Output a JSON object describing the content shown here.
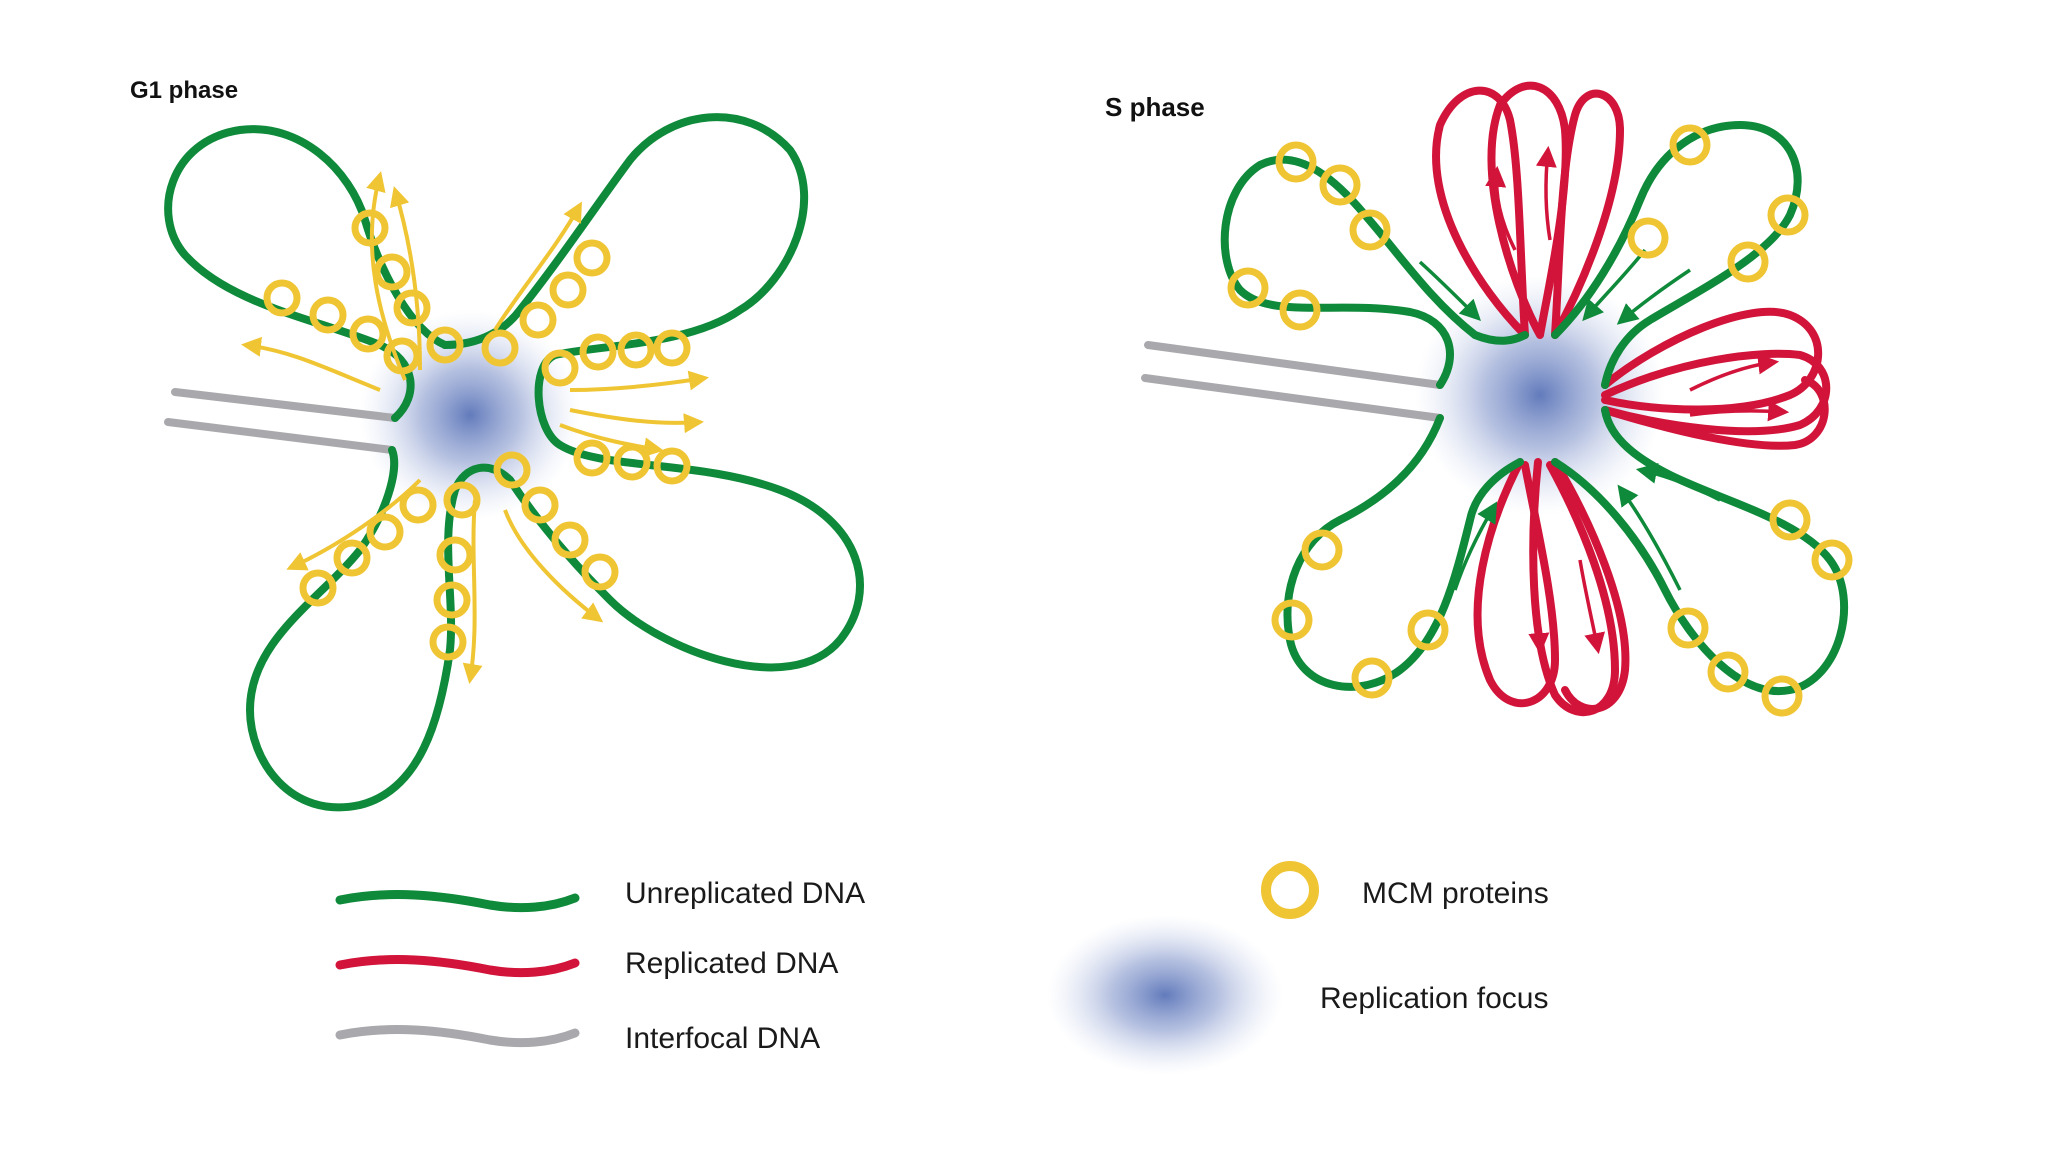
{
  "panels": {
    "g1": {
      "title": "G1 phase"
    },
    "s": {
      "title": "S phase"
    }
  },
  "legend": {
    "unreplicated": "Unreplicated DNA",
    "replicated": "Replicated DNA",
    "interfocal": "Interfocal DNA",
    "mcm": "MCM proteins",
    "focus": "Replication focus"
  },
  "colors": {
    "unreplicated": "#0e8a3a",
    "replicated": "#d2143a",
    "interfocal": "#a9a9ad",
    "mcm": "#f0c534",
    "focus": "#5a74b8",
    "arrow_g1": "#f0c534",
    "arrow_s_red": "#d2143a",
    "arrow_s_green": "#0e8a3a"
  }
}
